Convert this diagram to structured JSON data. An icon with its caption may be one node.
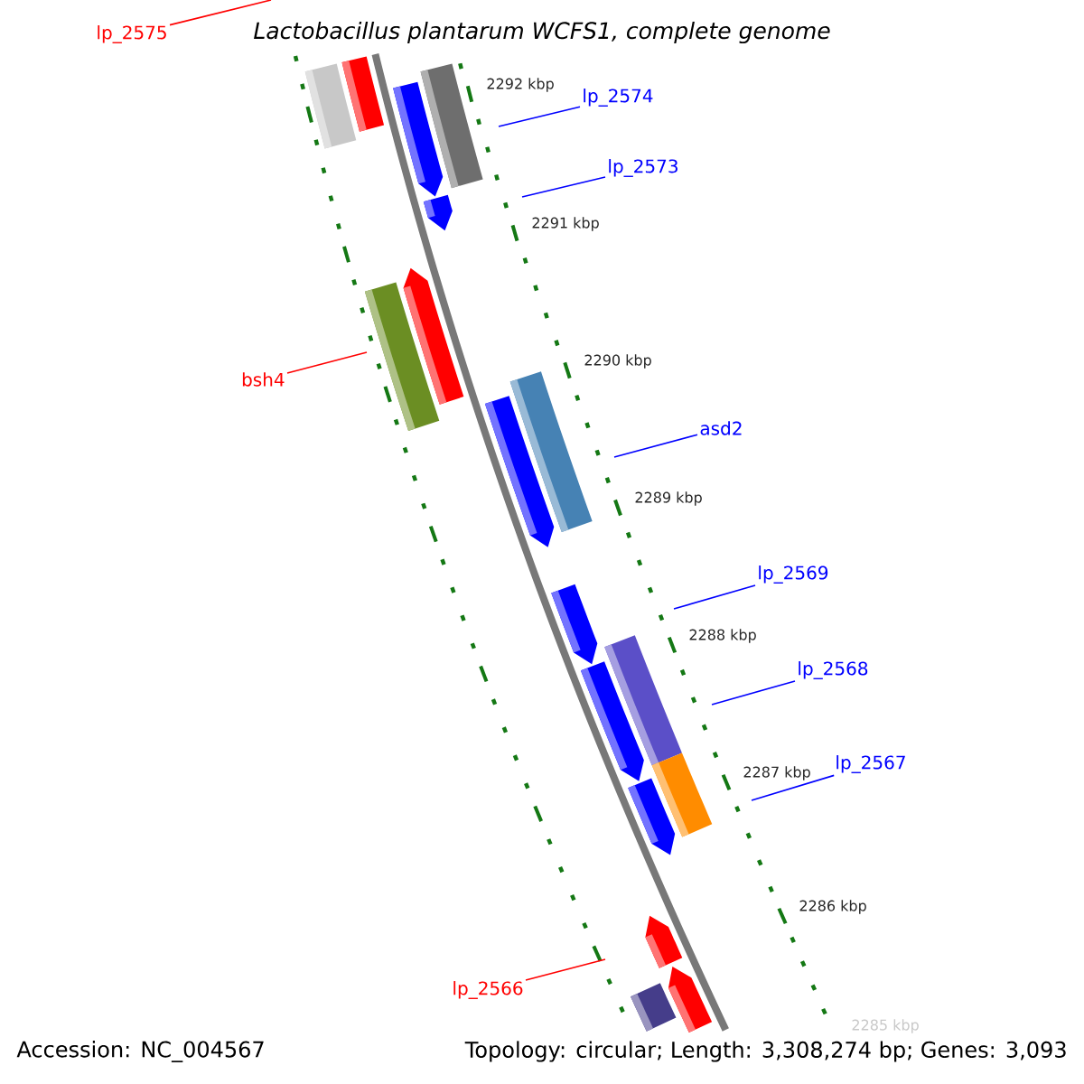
{
  "diagram": {
    "title": "Lactobacillus plantarum WCFS1, complete genome",
    "nodes": [
      {
        "text": [
          "lp_2575"
        ]
      },
      {
        "text": [
          "lp_2574"
        ]
      },
      {
        "text": [
          "lp_2573"
        ]
      },
      {
        "text": [
          "bsh4"
        ]
      },
      {
        "text": [
          "asd2"
        ]
      },
      {
        "text": [
          "lp_2569"
        ]
      },
      {
        "text": [
          "lp_2568"
        ]
      },
      {
        "text": [
          "lp_2567"
        ]
      },
      {
        "text": [
          "lp_2566"
        ]
      }
    ],
    "edges": [
      {
        "from": 0,
        "to": null,
        "arrow": "none",
        "color": "#ff0000"
      },
      {
        "from": 1,
        "to": null,
        "arrow": "none"
      },
      {
        "from": 2,
        "to": null,
        "arrow": "none"
      },
      {
        "from": 3,
        "to": null,
        "arrow": "none",
        "color": "#ff0000"
      },
      {
        "from": 4,
        "to": null,
        "arrow": "none"
      },
      {
        "from": 5,
        "to": null,
        "arrow": "none"
      },
      {
        "from": 6,
        "to": null,
        "arrow": "none"
      },
      {
        "from": 7,
        "to": null,
        "arrow": "none"
      },
      {
        "from": 8,
        "to": null,
        "arrow": "none",
        "color": "#ff0000"
      }
    ],
    "labels": [
      "2292 kbp",
      "2291 kbp",
      "2290 kbp",
      "2289 kbp",
      "2288 kbp",
      "2287 kbp",
      "2286 kbp",
      "2285 kbp",
      "Accession: NC_004567",
      "Topology: circular; Length: 3,308,274 bp; Genes: 3,093"
    ]
  }
}
